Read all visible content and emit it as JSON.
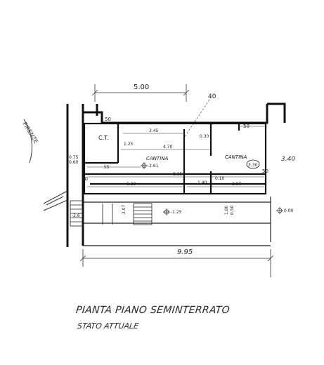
{
  "plan": {
    "title": "PIANTA PIANO SEMINTERRATO",
    "subtitle": "STATO ATTUALE",
    "overall_width_top": "5.00",
    "overall_width_bottom": "9.95",
    "right_dim": "3.40",
    "wall_50_a": "50",
    "wall_50_b": "50",
    "wall_50_c": "50",
    "wall_40": "40",
    "street_label": "FIRENZE",
    "rooms": {
      "ct_label": "C.T.",
      "cantina_1": "CANTINA",
      "cantina_2": "CANTINA"
    },
    "dims": {
      "d345": "3.45",
      "d030": "0.30",
      "d125": "1.25",
      "d470": "4.70",
      "d075": "0.75",
      "d060": "0.60",
      "d055": ".55",
      "d835": "8.35",
      "d623": "6.23",
      "d140": "1.40",
      "d010": "0.10",
      "d280": "2.80",
      "d330": "3.30",
      "d207": "2.07",
      "d180": "1.80",
      "d050": "0.50"
    },
    "levels": {
      "lv1": "-2.61",
      "lv2": "-1.25",
      "lv3": "0.00",
      "lv4": "-2.6"
    }
  }
}
